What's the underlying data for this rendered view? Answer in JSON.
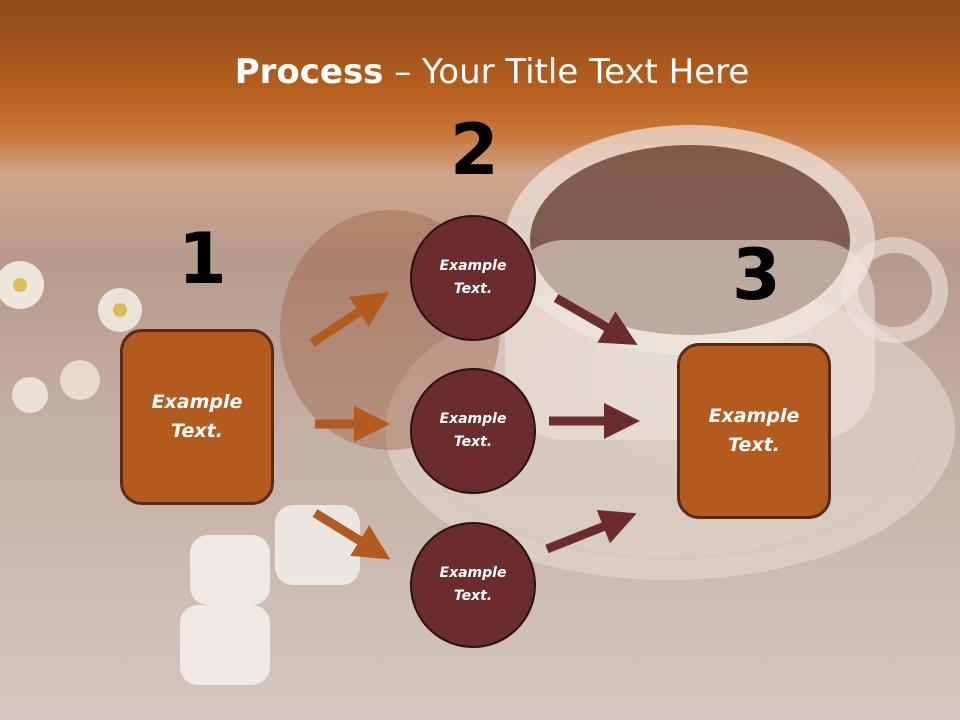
{
  "slide": {
    "title_bold": "Process",
    "title_rest": " – Your Title Text Here",
    "numbers": [
      "1",
      "2",
      "3"
    ],
    "left_box": {
      "line1": "Example",
      "line2": "Text."
    },
    "right_box": {
      "line1": "Example",
      "line2": "Text."
    },
    "circles": [
      {
        "line1": "Example",
        "line2": "Text."
      },
      {
        "line1": "Example",
        "line2": "Text."
      },
      {
        "line1": "Example",
        "line2": "Text."
      }
    ]
  },
  "colors": {
    "header": "#b65f1e",
    "box_fill": "#b35a1f",
    "circle_fill": "#6a2c2c",
    "arrow_orange": "#b35a1f",
    "arrow_maroon": "#6a2c2c"
  }
}
